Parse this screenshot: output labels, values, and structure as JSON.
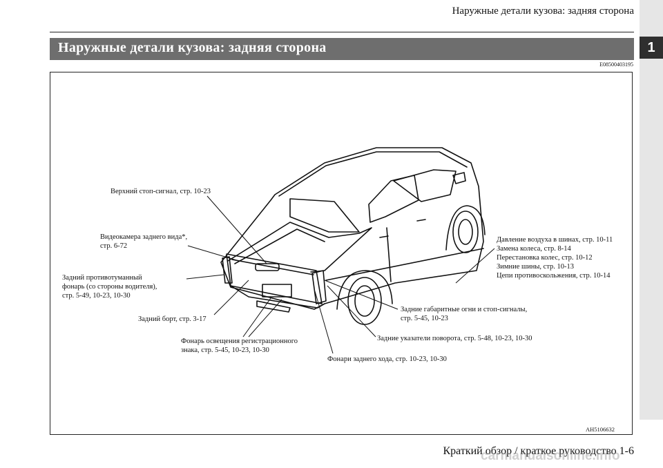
{
  "header": {
    "running_title": "Наружные детали кузова: задняя сторона"
  },
  "section": {
    "title": "Наружные детали кузова: задняя сторона",
    "code": "E08500403195"
  },
  "chapter_tab": {
    "number": "1"
  },
  "figure": {
    "id": "AH5106632",
    "callouts": {
      "high_stop": "Верхний стоп-сигнал, стр. 10-23",
      "camera_1": "Видеокамера заднего вида*,",
      "camera_2": "стр. 6-72",
      "fog_1": "Задний противотуманный",
      "fog_2": "фонарь (со стороны водителя),",
      "fog_3": "стр. 5-49, 10-23, 10-30",
      "tailgate": "Задний борт, стр. 3-17",
      "plate_1": "Фонарь освещения регистрационного",
      "plate_2": "знака, стр. 5-45, 10-23, 10-30",
      "reverse": "Фонари заднего хода, стр. 10-23, 10-30",
      "tyres_1": "Давление воздуха в шинах, стр. 10-11",
      "tyres_2": "Замена колеса, стр. 8-14",
      "tyres_3": "Перестановка колес, стр. 10-12",
      "tyres_4": "Зимние шины, стр. 10-13",
      "tyres_5": "Цепи противоскольжения, стр. 10-14",
      "tail_1": "Задние габаритные огни и стоп-сигналы,",
      "tail_2": "стр. 5-45, 10-23",
      "turn": "Задние указатели поворота, стр. 5-48, 10-23, 10-30"
    }
  },
  "footer": {
    "text": "Краткий обзор / краткое руководство 1-6"
  },
  "watermark": {
    "text": "carmanualsonline.info"
  }
}
